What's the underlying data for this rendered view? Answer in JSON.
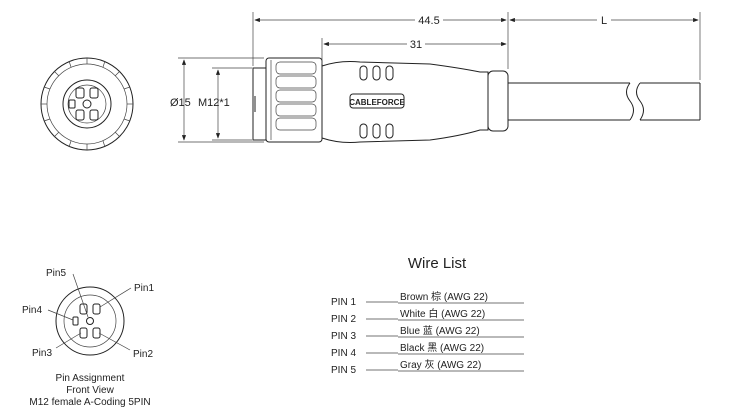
{
  "dimensions": {
    "total_length": "44.5",
    "body_length": "31",
    "cable_length": "L",
    "diameter": "Ø15",
    "thread": "M12*1"
  },
  "brand_label": "CABLEFORCE",
  "pin_diagram": {
    "labels": {
      "pin5": "Pin5",
      "pin1": "Pin1",
      "pin4": "Pin4",
      "pin3": "Pin3",
      "pin2": "Pin2"
    },
    "caption": [
      "Pin  Assignment",
      "Front  View",
      "M12 female A-Coding 5PIN"
    ]
  },
  "wire_list": {
    "title": "Wire  List",
    "rows": [
      {
        "pin": "PIN 1",
        "desc": "Brown  棕 (AWG 22)"
      },
      {
        "pin": "PIN 2",
        "desc": "White  白 (AWG 22)"
      },
      {
        "pin": "PIN 3",
        "desc": "Blue    蓝 (AWG 22)"
      },
      {
        "pin": "PIN 4",
        "desc": "Black    黑 (AWG 22)"
      },
      {
        "pin": "PIN 5",
        "desc": "Gray    灰 (AWG 22)"
      }
    ]
  }
}
